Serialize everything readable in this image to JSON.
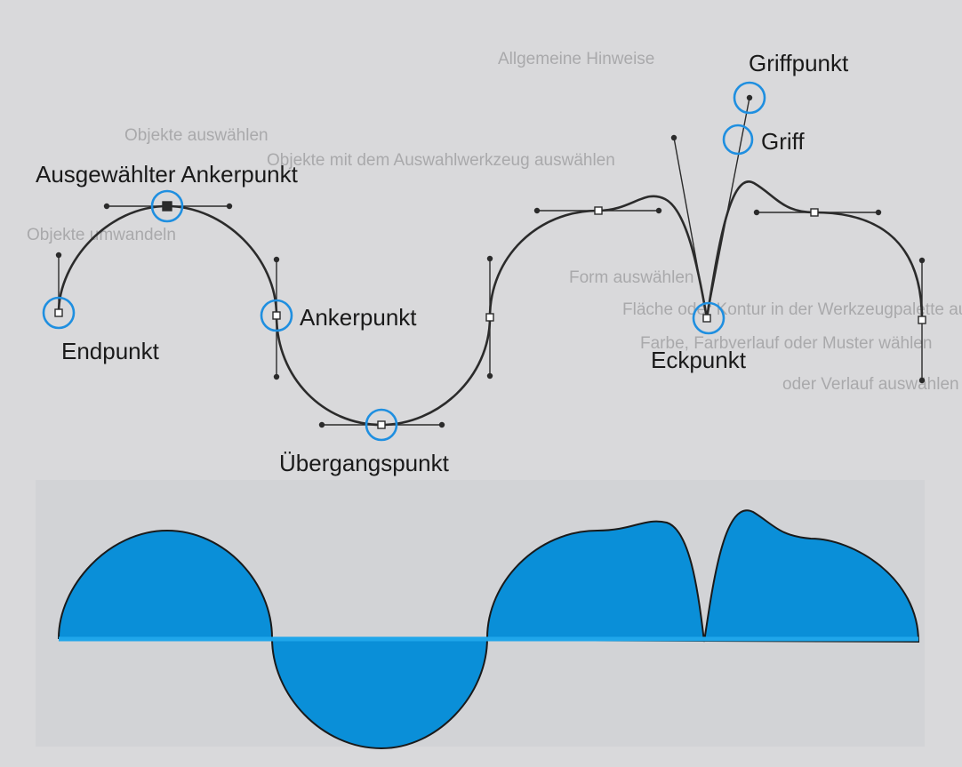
{
  "labels": {
    "selected_anchor": "Ausgewählter Ankerpunkt",
    "end_point": "Endpunkt",
    "anchor_point": "Ankerpunkt",
    "transition_point": "Übergangspunkt",
    "grip_point": "Griffpunkt",
    "grip": "Griff",
    "corner_point": "Eckpunkt"
  },
  "background_text": {
    "line_1": "Allgemeine Hinweise",
    "line_2": "Objekte auswählen",
    "line_3": "Objekte mit dem Auswahlwerkzeug auswählen",
    "line_4": "Objekte umwandeln",
    "line_5": "Form auswählen",
    "line_6": "Fläche oder Kontur in der Werkzeugpalette auswählen",
    "line_7": "Farbe, Farbverlauf oder Muster wählen",
    "line_8": "oder Verlauf auswählen"
  },
  "colors": {
    "fill_blue": "#0a8fd8",
    "ring_blue": "#1f8fe0",
    "baseline_blue": "#1fa6ea",
    "ink": "#2b2b2b",
    "background": "#d9d9db"
  }
}
